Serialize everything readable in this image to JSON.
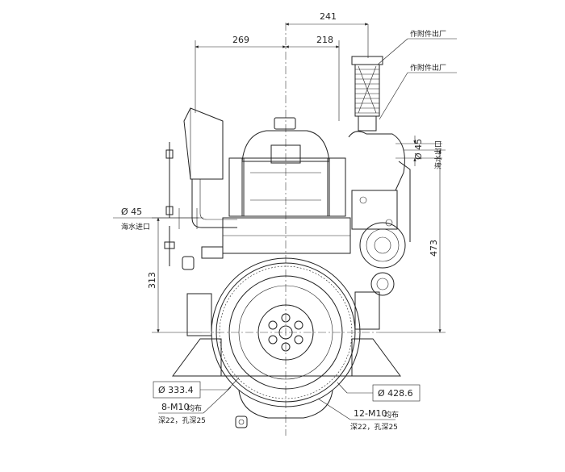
{
  "drawing": {
    "dimensions": {
      "overall_right": "241",
      "left_width": "269",
      "right_width": "218",
      "outlet_height": "473",
      "inlet_height": "313",
      "raw_water_outlet_dia": "Ø 45",
      "raw_water_inlet_dia": "Ø 45",
      "flywheel_housing_dia": "Ø 428.6",
      "flywheel_dia": "Ø 333.4"
    },
    "notes": {
      "accessory_1": "作附件出厂",
      "accessory_2": "作附件出厂",
      "raw_water_outlet": "海水出口",
      "raw_water_inlet": "海水进口",
      "bolts_8": "8-M10",
      "bolts_8_depth_a": "均布",
      "bolts_8_depth_b": "深22，孔深25",
      "bolts_12": "12-M10",
      "bolts_12_depth_a": "均布",
      "bolts_12_depth_b": "深22，孔深25"
    }
  }
}
